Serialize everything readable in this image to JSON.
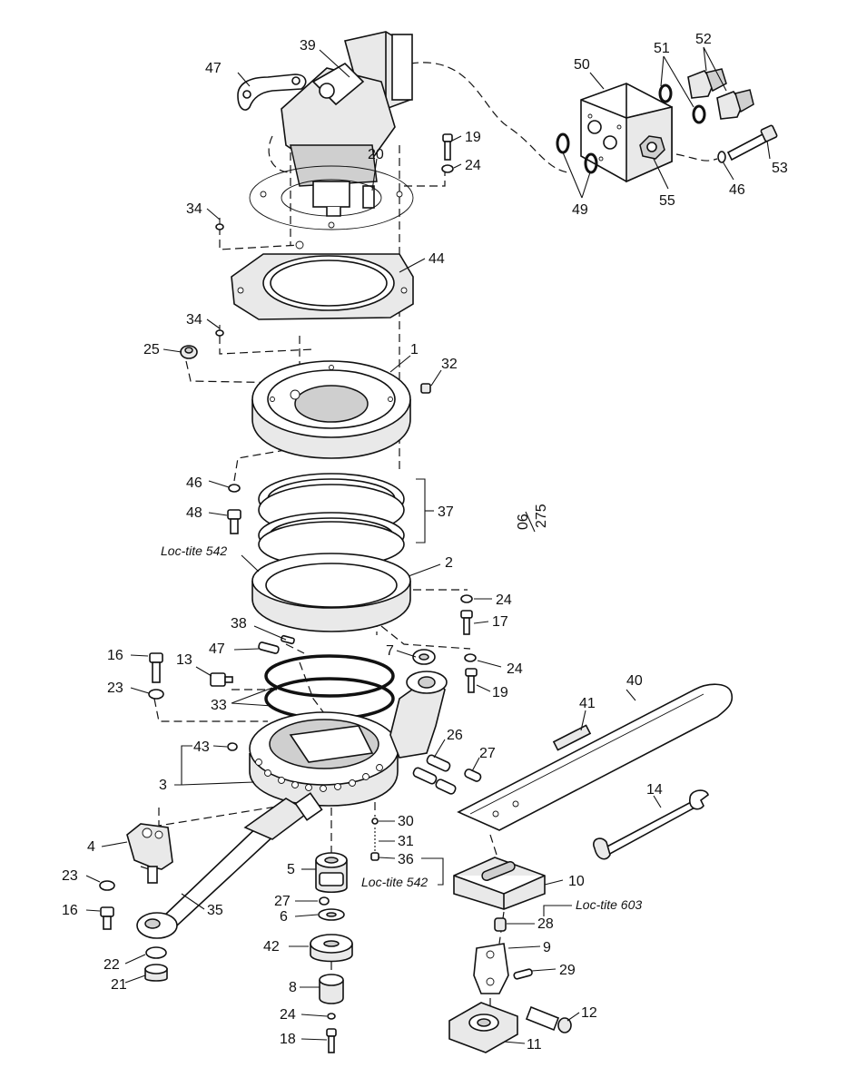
{
  "labels": {
    "l1": "1",
    "l2": "2",
    "l3": "3",
    "l4": "4",
    "l5": "5",
    "l6": "6",
    "l7": "7",
    "l8": "8",
    "l9": "9",
    "l10": "10",
    "l11": "11",
    "l12": "12",
    "l13": "13",
    "l14": "14",
    "l16a": "16",
    "l16b": "16",
    "l17": "17",
    "l18": "18",
    "l19a": "19",
    "l19b": "19",
    "l20": "20",
    "l21": "21",
    "l22": "22",
    "l23a": "23",
    "l23b": "23",
    "l24a": "24",
    "l24b": "24",
    "l24c": "24",
    "l24d": "24",
    "l25": "25",
    "l26": "26",
    "l27a": "27",
    "l27b": "27",
    "l28": "28",
    "l29": "29",
    "l30": "30",
    "l31": "31",
    "l32": "32",
    "l33": "33",
    "l34a": "34",
    "l34b": "34",
    "l35": "35",
    "l36": "36",
    "l37": "37",
    "l38": "38",
    "l39": "39",
    "l40": "40",
    "l41": "41",
    "l42": "42",
    "l43": "43",
    "l44": "44",
    "l46a": "46",
    "l46b": "46",
    "l47a": "47",
    "l47b": "47",
    "l48": "48",
    "l49": "49",
    "l50": "50",
    "l51": "51",
    "l52": "52",
    "l53": "53",
    "l55": "55"
  },
  "notes": {
    "loctite_542_a": "Loc-tite 542",
    "loctite_542_b": "Loc-tite 542",
    "loctite_603": "Loc-tite 603"
  },
  "drawing_ref": {
    "top": "06",
    "bottom": "275"
  }
}
